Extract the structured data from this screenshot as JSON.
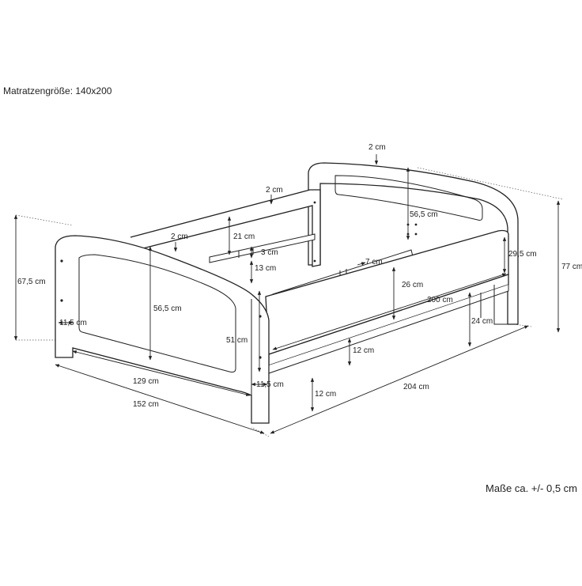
{
  "title": "Matratzengröße: 140x200",
  "footer": "Maße ca. +/- 0,5 cm",
  "dimensions": {
    "d_2cm_headboard_top": "2 cm",
    "d_2cm_side_rail": "2 cm",
    "d_2cm_footboard": "2 cm",
    "d_56_5_headboard": "56,5 cm",
    "d_77": "77 cm",
    "d_21": "21 cm",
    "d_3": "3 cm",
    "d_13": "13 cm",
    "d_7": "7 cm",
    "d_26": "26 cm",
    "d_29_5": "29,5 cm",
    "d_200": "200 cm",
    "d_24": "24 cm",
    "d_67_5": "67,5 cm",
    "d_56_5_footboard": "56,5 cm",
    "d_11_5_left": "11,5 cm",
    "d_51": "51 cm",
    "d_12_inner": "12 cm",
    "d_11_5_bottom": "11,5 cm",
    "d_12_bottom": "12 cm",
    "d_129": "129 cm",
    "d_152": "152 cm",
    "d_204": "204 cm"
  }
}
